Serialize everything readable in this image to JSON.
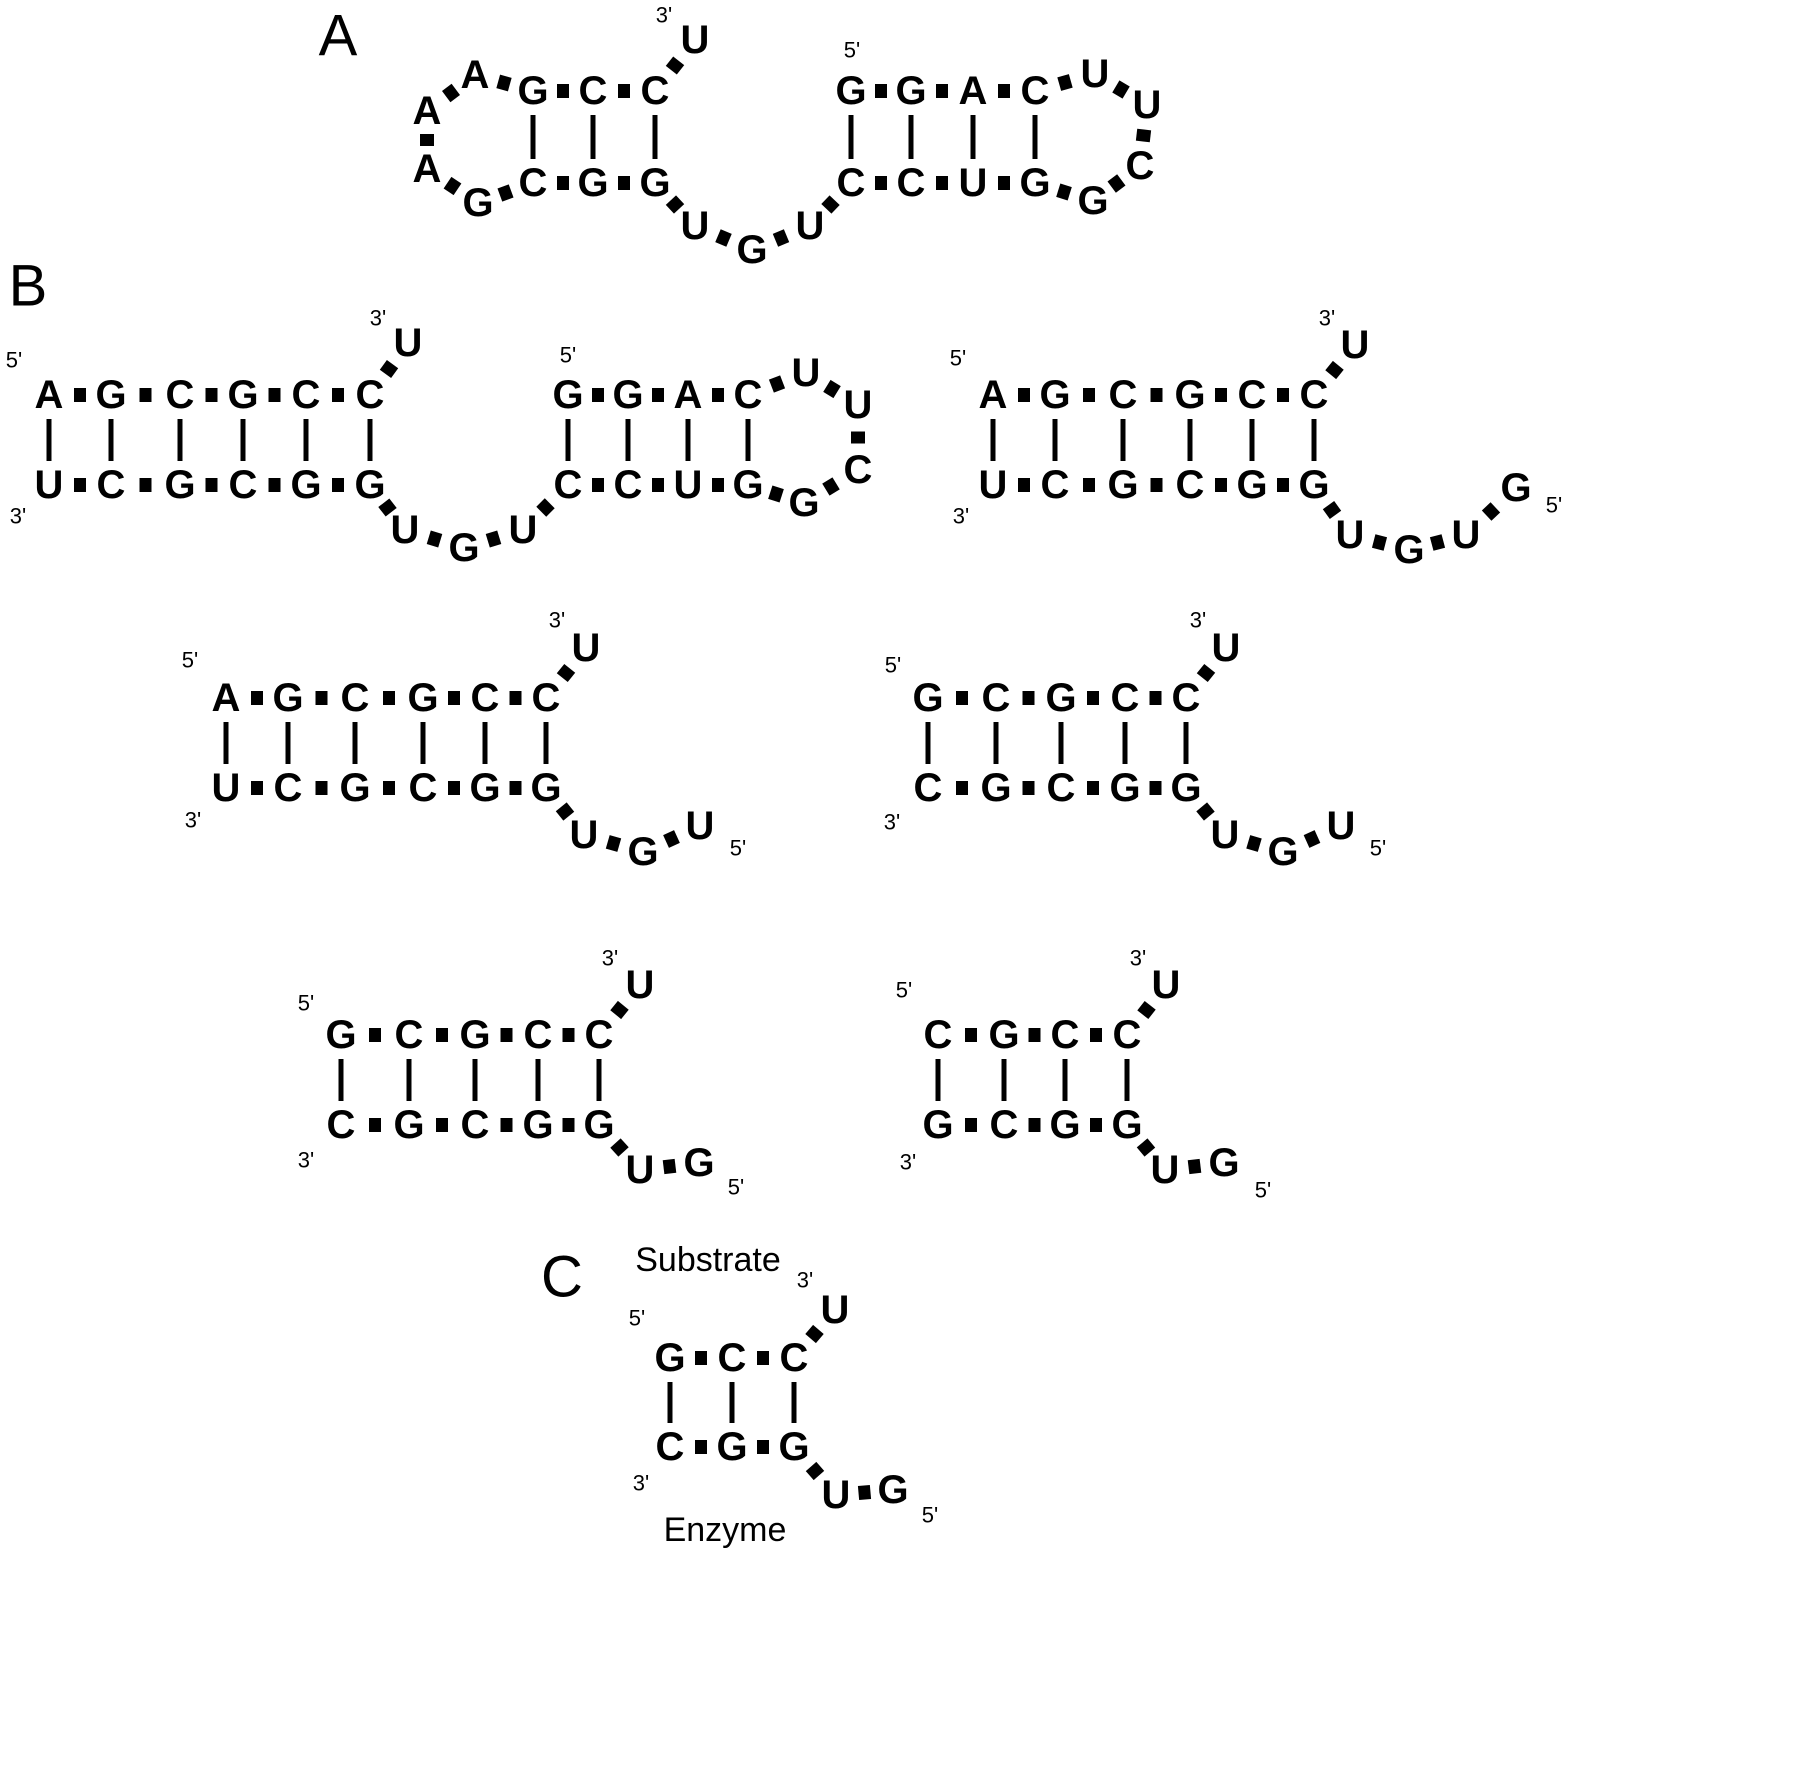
{
  "figure": {
    "panels": [
      {
        "label": "A",
        "structures": [
          {
            "top": [
              "G",
              "C",
              "C"
            ],
            "bottom": [
              "C",
              "G",
              "G"
            ],
            "tail_top": [
              "U"
            ],
            "tail_bottom": [
              "U",
              "G",
              "U"
            ],
            "bottom_left_arc": [
              "G",
              "A",
              "A",
              "A"
            ],
            "end_labels": [
              "3'"
            ]
          },
          {
            "top": [
              "G",
              "G",
              "A",
              "C"
            ],
            "bottom": [
              "C",
              "C",
              "U",
              "G"
            ],
            "loop": [
              "U",
              "U",
              "C",
              "G"
            ],
            "end_labels": [
              "5'"
            ]
          }
        ]
      },
      {
        "label": "B",
        "structures": [
          {
            "top": [
              "A",
              "G",
              "C",
              "G",
              "C",
              "C"
            ],
            "bottom": [
              "U",
              "C",
              "G",
              "C",
              "G",
              "G"
            ],
            "tail_top": [
              "U"
            ],
            "tail_bottom": [
              "U",
              "G",
              "U"
            ],
            "end_labels": [
              "5'",
              "3'",
              "3'"
            ]
          },
          {
            "top": [
              "G",
              "G",
              "A",
              "C"
            ],
            "bottom": [
              "C",
              "C",
              "U",
              "G"
            ],
            "loop": [
              "U",
              "U",
              "C",
              "G"
            ],
            "end_labels": [
              "5'"
            ]
          },
          {
            "top": [
              "A",
              "G",
              "C",
              "G",
              "C",
              "C"
            ],
            "bottom": [
              "U",
              "C",
              "G",
              "C",
              "G",
              "G"
            ],
            "tail_top": [
              "U"
            ],
            "tail_bottom": [
              "U",
              "G",
              "U",
              "G"
            ],
            "end_labels": [
              "5'",
              "3'",
              "3'",
              "5'"
            ]
          },
          {
            "top": [
              "A",
              "G",
              "C",
              "G",
              "C",
              "C"
            ],
            "bottom": [
              "U",
              "C",
              "G",
              "C",
              "G",
              "G"
            ],
            "tail_top": [
              "U"
            ],
            "tail_bottom": [
              "U",
              "G",
              "U"
            ],
            "end_labels": [
              "5'",
              "3'",
              "3'",
              "5'"
            ]
          },
          {
            "top": [
              "G",
              "C",
              "G",
              "C",
              "C"
            ],
            "bottom": [
              "C",
              "G",
              "C",
              "G",
              "G"
            ],
            "tail_top": [
              "U"
            ],
            "tail_bottom": [
              "U",
              "G",
              "U"
            ],
            "end_labels": [
              "5'",
              "3'",
              "3'",
              "5'"
            ]
          },
          {
            "top": [
              "G",
              "C",
              "G",
              "C",
              "C"
            ],
            "bottom": [
              "C",
              "G",
              "C",
              "G",
              "G"
            ],
            "tail_top": [
              "U"
            ],
            "tail_bottom": [
              "U",
              "G"
            ],
            "end_labels": [
              "5'",
              "3'",
              "3'",
              "5'"
            ]
          },
          {
            "top": [
              "C",
              "G",
              "C",
              "C"
            ],
            "bottom": [
              "G",
              "C",
              "G",
              "G"
            ],
            "tail_top": [
              "U"
            ],
            "tail_bottom": [
              "U",
              "G"
            ],
            "end_labels": [
              "5'",
              "3'",
              "3'",
              "5'"
            ]
          }
        ]
      },
      {
        "label": "C",
        "top_caption": "Substrate",
        "bottom_caption": "Enzyme",
        "structures": [
          {
            "top": [
              "G",
              "C",
              "C"
            ],
            "bottom": [
              "C",
              "G",
              "G"
            ],
            "tail_top": [
              "U"
            ],
            "tail_bottom": [
              "U",
              "G"
            ],
            "end_labels": [
              "5'",
              "3'",
              "3'",
              "5'"
            ]
          }
        ]
      }
    ]
  }
}
